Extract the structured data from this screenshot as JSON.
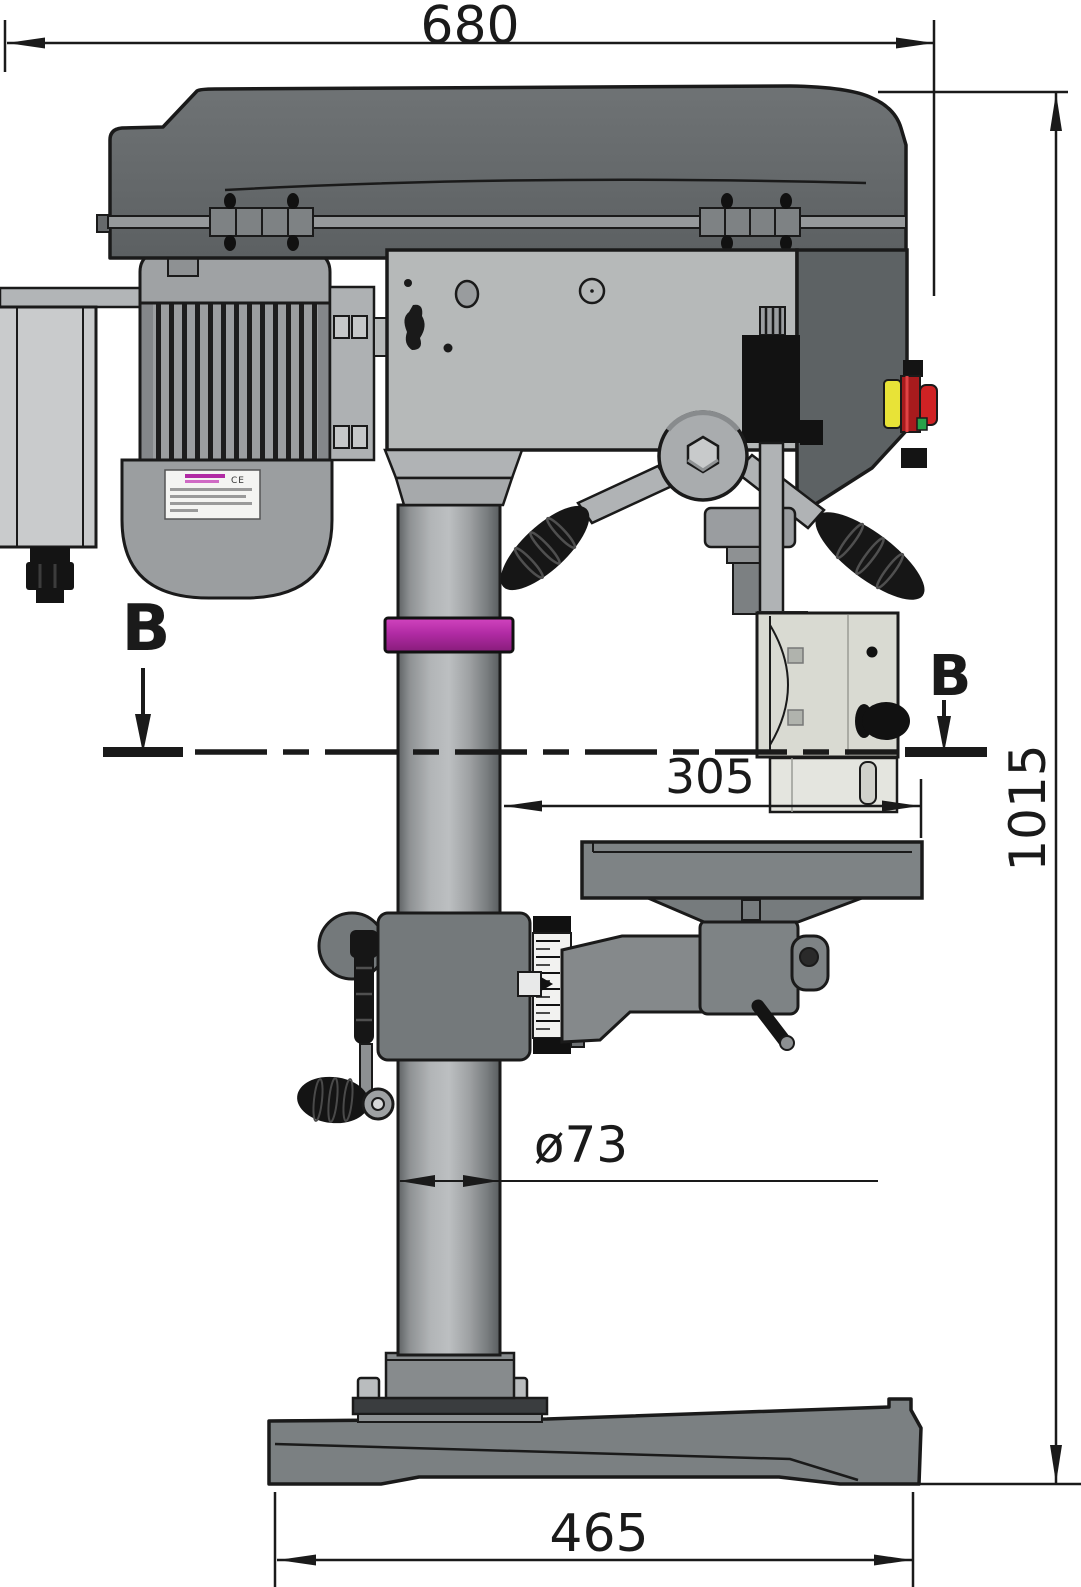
{
  "drawing": {
    "type": "technical-dimension-drawing",
    "subject": "bench drill press, side view",
    "dimensions": {
      "overall_width": "680",
      "overall_height": "1015",
      "spindle_to_column": "305",
      "column_diameter": "ø73",
      "base_width": "465"
    },
    "section_markers": {
      "left": "B",
      "right": "B"
    },
    "motor_label": {
      "ce_mark": "CE"
    },
    "colors": {
      "outline": "#1a1a1a",
      "belt_cover": "#66696b",
      "head_body": "#b6b9b9",
      "rear_casing": "#5d6264",
      "accent_ring": "#b12ba4",
      "switch_yellow": "#e8e337",
      "switch_red": "#cf2224",
      "switch_green": "#27a349",
      "castings": "#7e8385"
    }
  }
}
